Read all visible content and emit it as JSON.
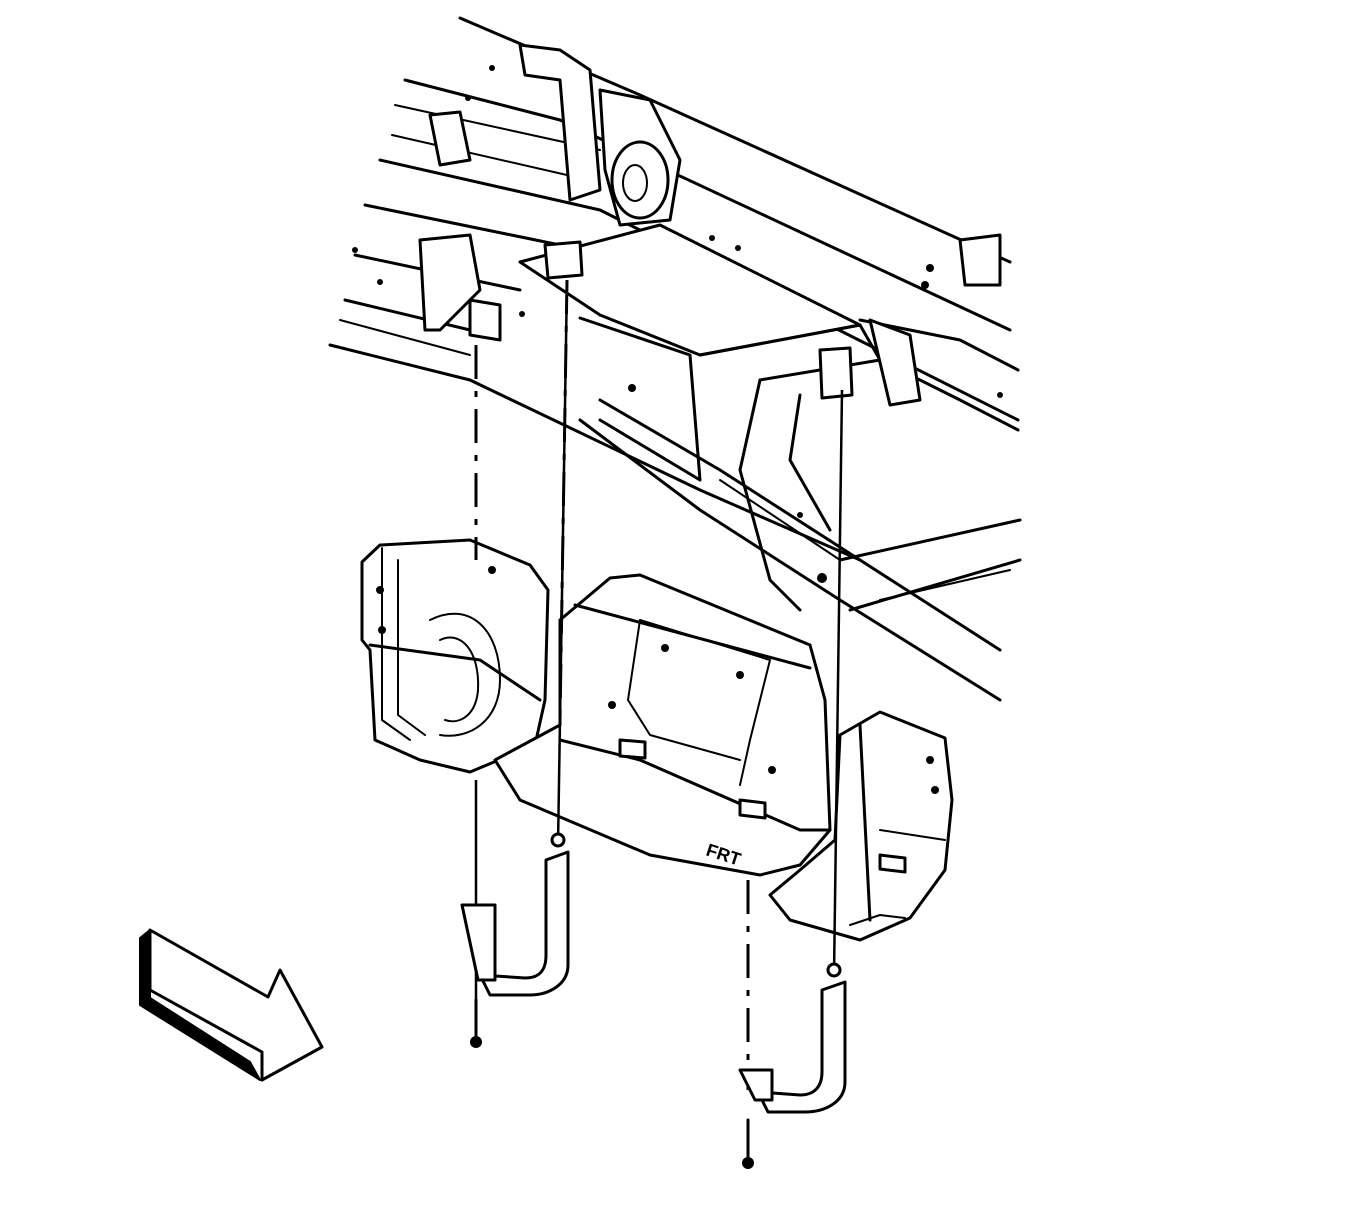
{
  "figure": {
    "background": "#ffffff",
    "line_color": "#000000"
  },
  "parts": {
    "frame": "vehicle-frame",
    "tank": "fuel-tank",
    "straps": [
      "fuel-tank-strap-left",
      "fuel-tank-strap-right"
    ],
    "bolts": [
      "strap-bolt-left",
      "strap-bolt-right"
    ]
  },
  "direction_arrow": {
    "icon": "front-direction-arrow-icon"
  },
  "tank_embossed_text": "FRT"
}
